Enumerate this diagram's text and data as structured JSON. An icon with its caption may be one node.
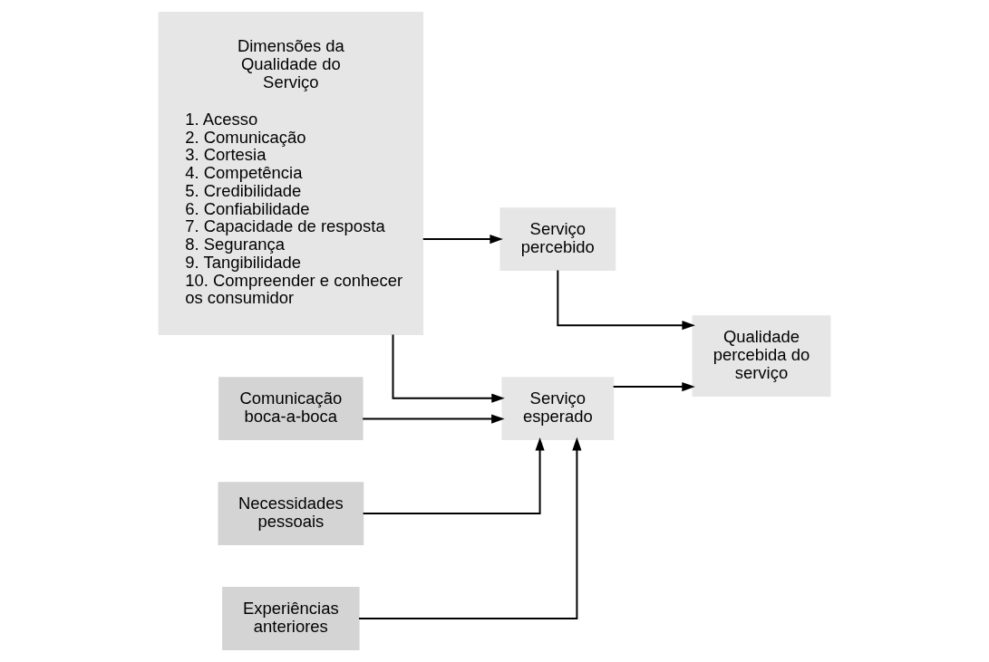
{
  "diagram": {
    "nodes": [
      {
        "text": [
          "Dimensões da Qualidade do Serviço",
          "1. Acesso",
          "2. Comunicação",
          "3. Cortesia",
          "4. Competência",
          "5. Credibilidade",
          "6. Confiabilidade",
          "7. Capacidade de resposta",
          "8. Segurança",
          "9. Tangibilidade",
          "10. Compreender e conhecer os consumidor"
        ]
      },
      {
        "text": [
          "Comunicação boca-a-boca"
        ]
      },
      {
        "text": [
          "Necessidades pessoais"
        ]
      },
      {
        "text": [
          "Experiências anteriores"
        ]
      },
      {
        "text": [
          "Serviço esperado"
        ]
      },
      {
        "text": [
          "Serviço percebido"
        ]
      },
      {
        "text": [
          "Qualidade percebida do serviço"
        ]
      }
    ],
    "edges": [
      {
        "from": 1,
        "to": 4,
        "arrow": "to"
      },
      {
        "from": 2,
        "to": 4,
        "arrow": "to"
      },
      {
        "from": 3,
        "to": 4,
        "arrow": "to"
      },
      {
        "from": 0,
        "to": 4,
        "arrow": "to"
      },
      {
        "from": 0,
        "to": 5,
        "arrow": "to"
      },
      {
        "from": 4,
        "to": 6,
        "arrow": "to"
      },
      {
        "from": 5,
        "to": 6,
        "arrow": "to"
      }
    ]
  }
}
